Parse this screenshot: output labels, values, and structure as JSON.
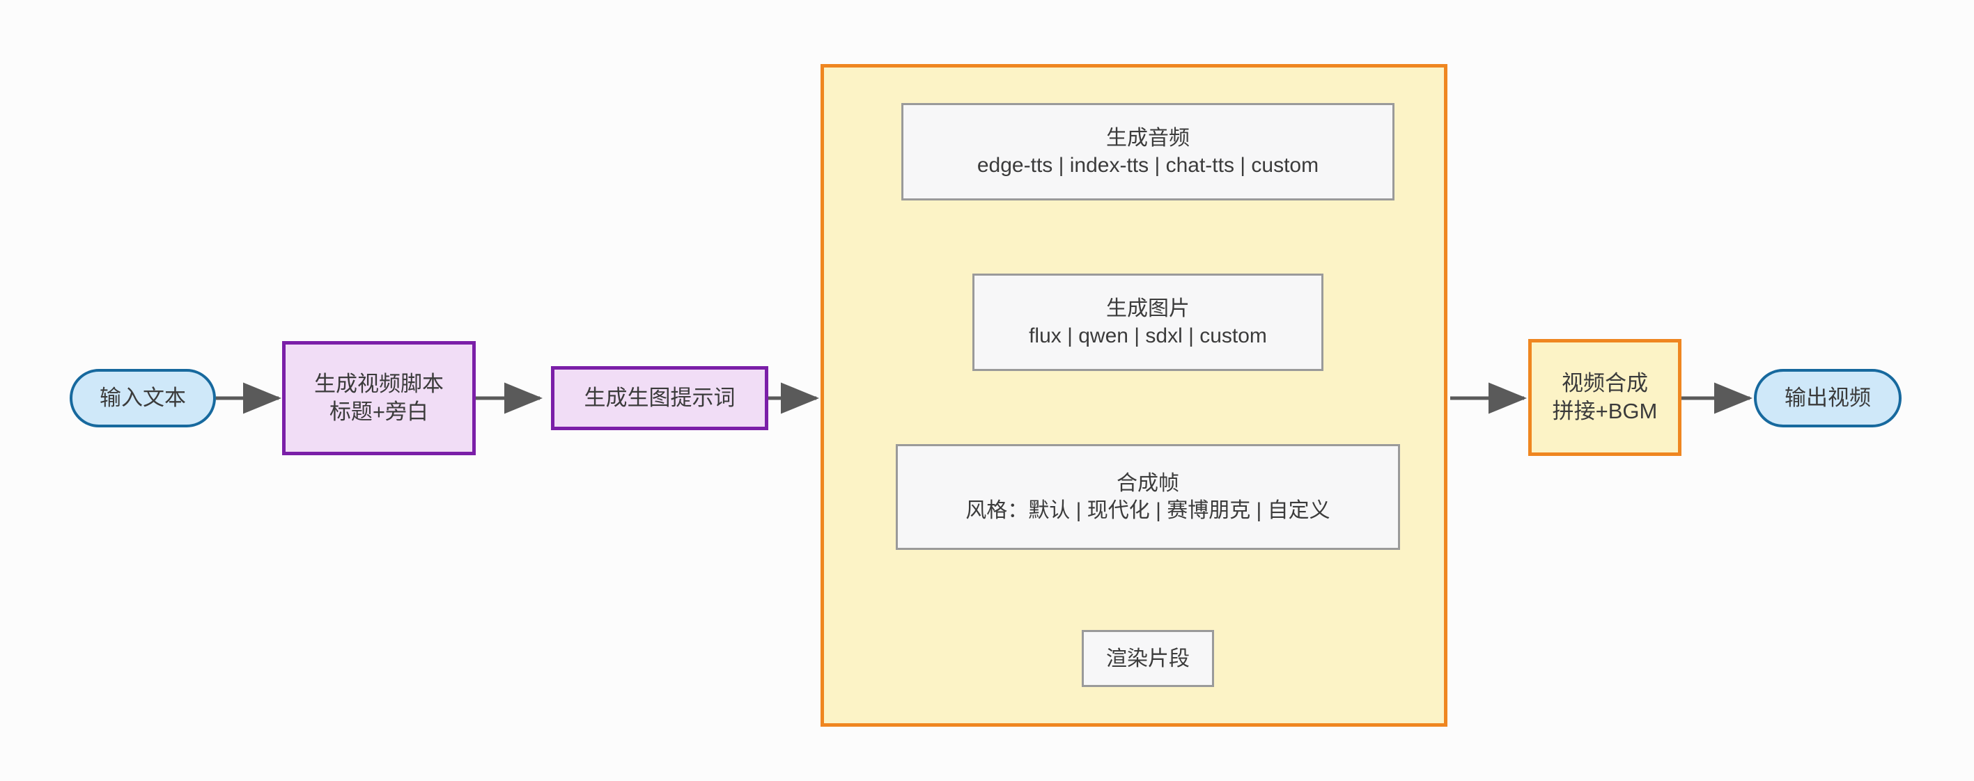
{
  "diagram": {
    "type": "flowchart",
    "direction": "left-to-right",
    "background_color": "#fcfcfc"
  },
  "nodes": {
    "input_text": {
      "label": "输入文本",
      "shape": "stadium",
      "fill": "#cfe8f9",
      "stroke": "#17699e"
    },
    "script": {
      "line1": "生成视频脚本",
      "line2": "标题+旁白",
      "shape": "rect",
      "fill": "#f1ddf6",
      "stroke": "#7b1fa8"
    },
    "prompt": {
      "label": "生成生图提示词",
      "shape": "rect",
      "fill": "#f1ddf6",
      "stroke": "#7b1fa8"
    },
    "audio": {
      "line1": "生成音频",
      "line2": "edge-tts | index-tts | chat-tts | custom",
      "shape": "rect",
      "fill": "#f7f7f8",
      "stroke": "#9a9a9a"
    },
    "image": {
      "line1": "生成图片",
      "line2": "flux | qwen | sdxl | custom",
      "shape": "rect",
      "fill": "#f7f7f8",
      "stroke": "#9a9a9a"
    },
    "frame": {
      "line1": "合成帧",
      "line2": "风格：默认 | 现代化 | 赛博朋克 | 自定义",
      "shape": "rect",
      "fill": "#f7f7f8",
      "stroke": "#9a9a9a"
    },
    "render": {
      "label": "渲染片段",
      "shape": "rect",
      "fill": "#f7f7f8",
      "stroke": "#9a9a9a"
    },
    "compose": {
      "line1": "视频合成",
      "line2": "拼接+BGM",
      "shape": "rect",
      "fill": "#fcf3c6",
      "stroke": "#ef8620"
    },
    "output_video": {
      "label": "输出视频",
      "shape": "stadium",
      "fill": "#cfe8f9",
      "stroke": "#17699e"
    }
  },
  "subgraph": {
    "fill": "#fcf3c6",
    "stroke": "#ef8620",
    "title": ""
  },
  "edges": [
    {
      "from": "input_text",
      "to": "script",
      "style": "arrow"
    },
    {
      "from": "script",
      "to": "prompt",
      "style": "arrow"
    },
    {
      "from": "prompt",
      "to": "subgraph",
      "style": "arrow"
    },
    {
      "from": "audio",
      "to": "image",
      "style": "arrow"
    },
    {
      "from": "image",
      "to": "frame",
      "style": "arrow"
    },
    {
      "from": "frame",
      "to": "render",
      "style": "arrow"
    },
    {
      "from": "subgraph",
      "to": "compose",
      "style": "arrow"
    },
    {
      "from": "compose",
      "to": "output_video",
      "style": "arrow"
    }
  ],
  "edge_color": "#5a5a5a"
}
